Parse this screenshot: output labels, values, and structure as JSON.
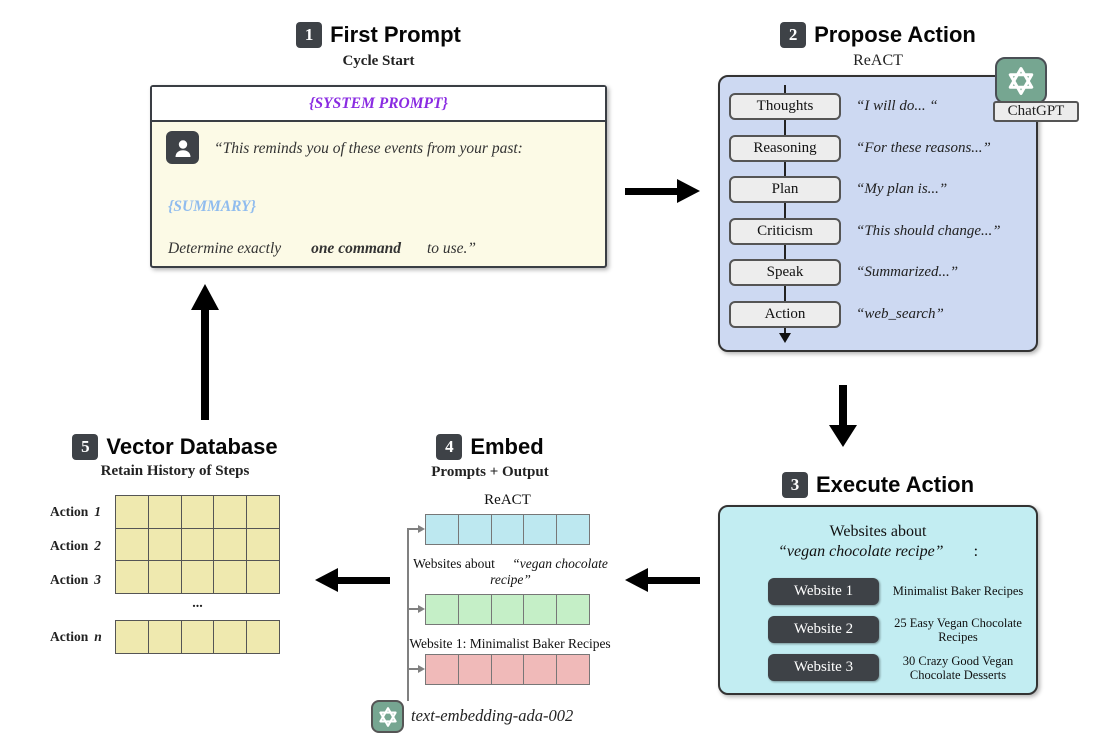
{
  "step1": {
    "num": "1",
    "title": "First Prompt",
    "subtitle": "Cycle Start"
  },
  "step2": {
    "num": "2",
    "title": "Propose Action",
    "subtitle": "ReACT"
  },
  "step3": {
    "num": "3",
    "title": "Execute Action"
  },
  "step4": {
    "num": "4",
    "title": "Embed",
    "subtitle": "Prompts + Output"
  },
  "step5": {
    "num": "5",
    "title": "Vector Database",
    "subtitle": "Retain History of Steps"
  },
  "prompt_box": {
    "system_prompt": "{SYSTEM PROMPT}",
    "user_line": "“This reminds you of these events from your past:",
    "summary": "{SUMMARY}",
    "cmd_pre": "Determine exactly",
    "cmd_bold": "one command",
    "cmd_post": "to use.”"
  },
  "react": {
    "rows": [
      {
        "label": "Thoughts",
        "quote": "“I will do... “"
      },
      {
        "label": "Reasoning",
        "quote": "“For these reasons...”"
      },
      {
        "label": "Plan",
        "quote": "“My plan is...”"
      },
      {
        "label": "Criticism",
        "quote": "“This should change...”"
      },
      {
        "label": "Speak",
        "quote": "“Summarized...”"
      },
      {
        "label": "Action",
        "quote": "“web_search”"
      }
    ]
  },
  "chatgpt_label": "ChatGPT",
  "execute": {
    "heading_line1": "Websites about",
    "heading_quote": "“vegan chocolate recipe”",
    "heading_colon": ":",
    "websites": [
      {
        "button": "Website 1",
        "desc": "Minimalist Baker Recipes"
      },
      {
        "button": "Website 2",
        "desc": "25 Easy Vegan Chocolate Recipes"
      },
      {
        "button": "Website 3",
        "desc": "30 Crazy Good Vegan Chocolate Desserts"
      }
    ]
  },
  "embed": {
    "bar1_label": "ReACT",
    "bar2_pre": "Websites about",
    "bar2_quote": "“vegan chocolate recipe”",
    "bar3_label": "Website 1: Minimalist Baker Recipes",
    "model": "text-embedding-ada-002",
    "cells_per_bar": 5
  },
  "vector_db": {
    "rows": [
      {
        "word": "Action",
        "num": "1"
      },
      {
        "word": "Action",
        "num": "2"
      },
      {
        "word": "Action",
        "num": "3"
      },
      {
        "word": "Action",
        "num": "n"
      }
    ],
    "ellipsis": "...",
    "cells_per_row": 5
  },
  "colors": {
    "badge_dark": "#3E4247",
    "system_prompt_purple": "#8A2BE2",
    "summary_blue": "#90BCEE",
    "prompt_cream": "#FCFAE6",
    "propose_blue": "#CDD9F2",
    "execute_cyan": "#C2EDF2",
    "bar_cyan": "#BDE8F0",
    "bar_green": "#C5EFC7",
    "bar_pink": "#F0BAB9",
    "vdb_khaki": "#EFE9AF",
    "openai_green": "#76A691"
  }
}
